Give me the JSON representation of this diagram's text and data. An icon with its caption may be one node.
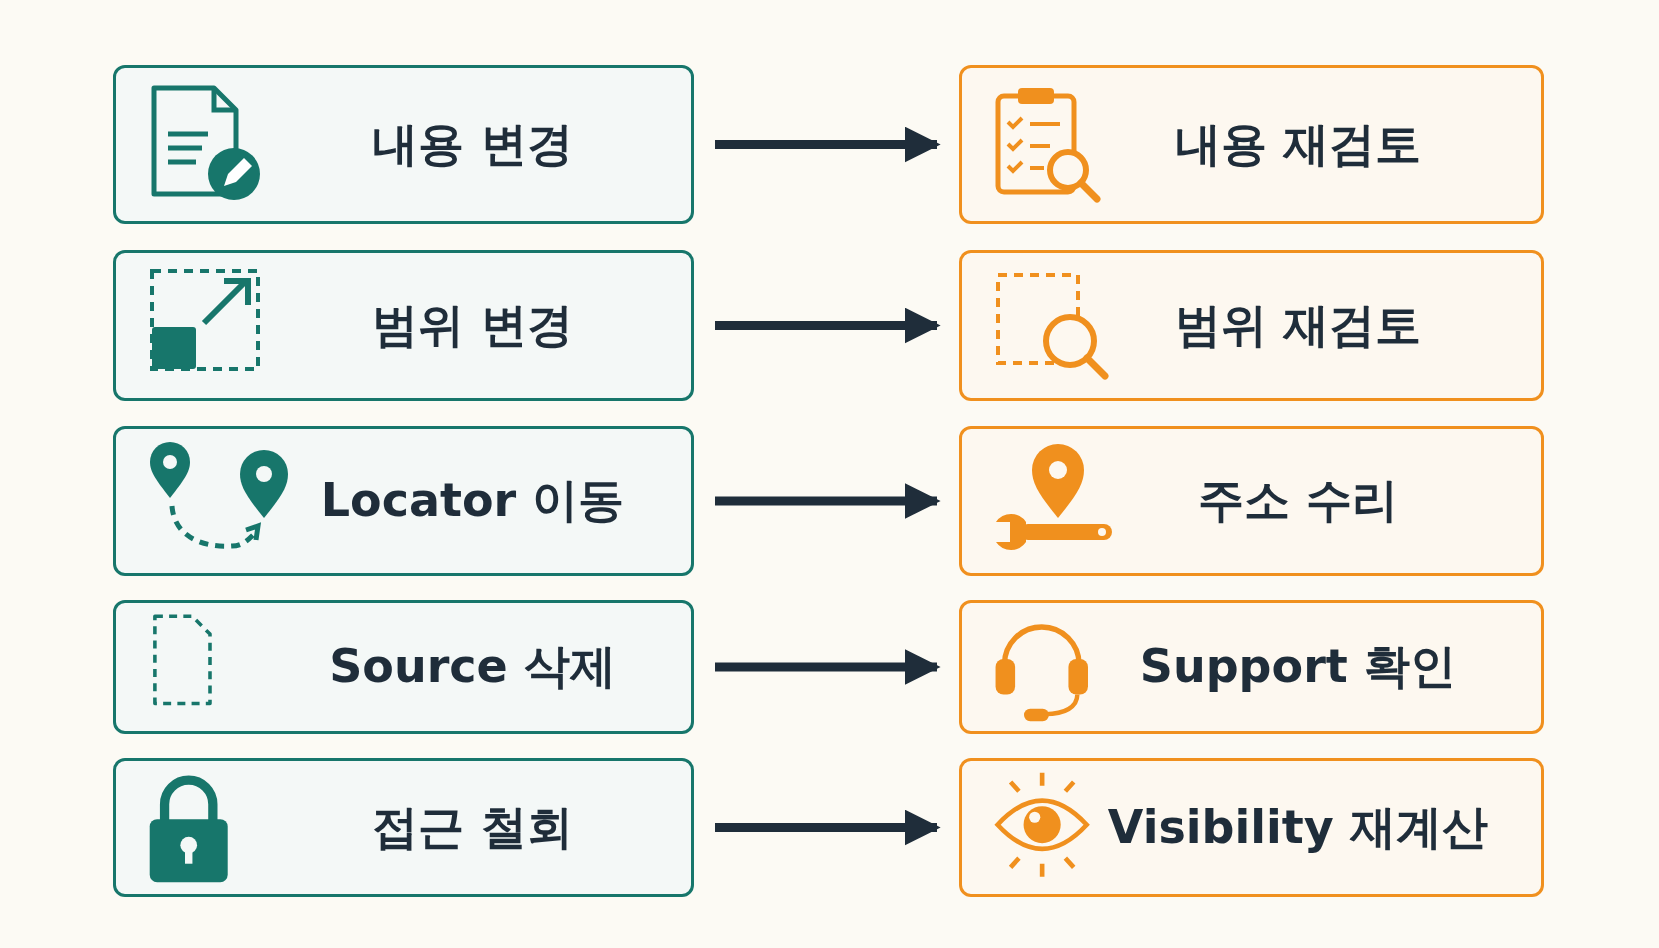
{
  "diagram": {
    "nodes": [
      {
        "text": [
          "내용 변경"
        ]
      },
      {
        "text": [
          "내용 재검토"
        ]
      },
      {
        "text": [
          "범위 변경"
        ]
      },
      {
        "text": [
          "범위 재검토"
        ]
      },
      {
        "text": [
          "Locator 이동"
        ]
      },
      {
        "text": [
          "주소 수리"
        ]
      },
      {
        "text": [
          "Source 삭제"
        ]
      },
      {
        "text": [
          "Support 확인"
        ]
      },
      {
        "text": [
          "접근 철회"
        ]
      },
      {
        "text": [
          "Visibility 재계산"
        ]
      }
    ],
    "edges": [
      {
        "from": 0,
        "to": 1,
        "arrow": "to"
      },
      {
        "from": 2,
        "to": 3,
        "arrow": "to"
      },
      {
        "from": 4,
        "to": 5,
        "arrow": "to"
      },
      {
        "from": 6,
        "to": 7,
        "arrow": "to"
      },
      {
        "from": 8,
        "to": 9,
        "arrow": "to"
      }
    ]
  }
}
